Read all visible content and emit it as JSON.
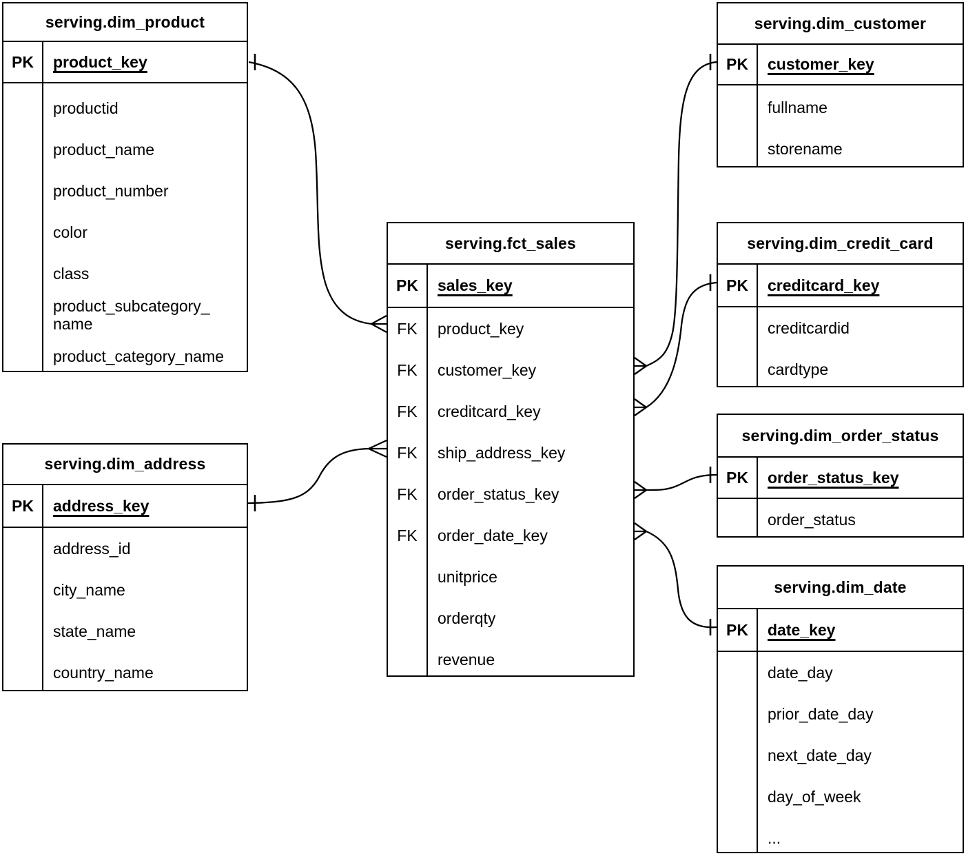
{
  "diagram": {
    "tables": {
      "product": {
        "title": "serving.dim_product",
        "pk_label": "PK",
        "pk_field": "product_key",
        "rows": [
          {
            "field": "productid"
          },
          {
            "field": "product_name"
          },
          {
            "field": "product_number"
          },
          {
            "field": "color"
          },
          {
            "field": "class"
          },
          {
            "field": "product_subcategory_\nname"
          },
          {
            "field": "product_category_name"
          }
        ]
      },
      "address": {
        "title": "serving.dim_address",
        "pk_label": "PK",
        "pk_field": "address_key",
        "rows": [
          {
            "field": "address_id"
          },
          {
            "field": "city_name"
          },
          {
            "field": "state_name"
          },
          {
            "field": "country_name"
          }
        ]
      },
      "fact": {
        "title": "serving.fct_sales",
        "pk_label": "PK",
        "pk_field": "sales_key",
        "rows": [
          {
            "key": "FK",
            "field": "product_key"
          },
          {
            "key": "FK",
            "field": "customer_key"
          },
          {
            "key": "FK",
            "field": "creditcard_key"
          },
          {
            "key": "FK",
            "field": "ship_address_key"
          },
          {
            "key": "FK",
            "field": "order_status_key"
          },
          {
            "key": "FK",
            "field": "order_date_key"
          },
          {
            "key": "",
            "field": "unitprice"
          },
          {
            "key": "",
            "field": "orderqty"
          },
          {
            "key": "",
            "field": "revenue"
          }
        ]
      },
      "customer": {
        "title": "serving.dim_customer",
        "pk_label": "PK",
        "pk_field": "customer_key",
        "rows": [
          {
            "field": "fullname"
          },
          {
            "field": "storename"
          }
        ]
      },
      "credit": {
        "title": "serving.dim_credit_card",
        "pk_label": "PK",
        "pk_field": "creditcard_key",
        "rows": [
          {
            "field": "creditcardid"
          },
          {
            "field": "cardtype"
          }
        ]
      },
      "status": {
        "title": "serving.dim_order_status",
        "pk_label": "PK",
        "pk_field": "order_status_key",
        "rows": [
          {
            "field": "order_status"
          }
        ]
      },
      "date": {
        "title": "serving.dim_date",
        "pk_label": "PK",
        "pk_field": "date_key",
        "rows": [
          {
            "field": "date_day"
          },
          {
            "field": "prior_date_day"
          },
          {
            "field": "next_date_day"
          },
          {
            "field": "day_of_week"
          },
          {
            "field": "..."
          }
        ]
      }
    },
    "relationships": [
      {
        "one": "serving.dim_product.product_key",
        "many": "serving.fct_sales.product_key",
        "one_notation": "tick",
        "many_notation": "crow-foot"
      },
      {
        "one": "serving.dim_address.address_key",
        "many": "serving.fct_sales.ship_address_key",
        "one_notation": "tick",
        "many_notation": "crow-foot"
      },
      {
        "one": "serving.dim_customer.customer_key",
        "many": "serving.fct_sales.customer_key",
        "one_notation": "tick",
        "many_notation": "crow-foot"
      },
      {
        "one": "serving.dim_credit_card.creditcard_key",
        "many": "serving.fct_sales.creditcard_key",
        "one_notation": "tick",
        "many_notation": "crow-foot"
      },
      {
        "one": "serving.dim_order_status.order_status_key",
        "many": "serving.fct_sales.order_status_key",
        "one_notation": "tick",
        "many_notation": "crow-foot"
      },
      {
        "one": "serving.dim_date.date_key",
        "many": "serving.fct_sales.order_date_key",
        "one_notation": "tick",
        "many_notation": "crow-foot"
      }
    ],
    "colors": {
      "line": "#000000",
      "background": "#ffffff",
      "text": "#000000"
    }
  }
}
